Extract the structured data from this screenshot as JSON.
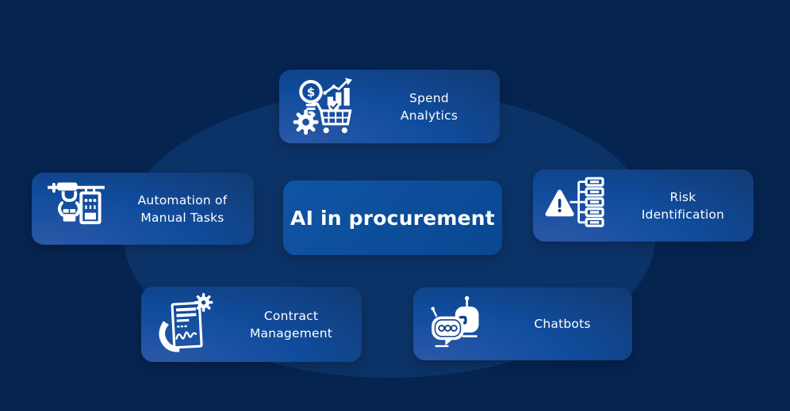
{
  "center_box": {
    "label": "AI in procurement"
  },
  "features": [
    {
      "name": "spend-analytics",
      "label": "Spend\nAnalytics",
      "icon": "spend-analytics-icon"
    },
    {
      "name": "automation-of-manual-tasks",
      "label": "Automation of\nManual Tasks",
      "icon": "robotic-arm-icon"
    },
    {
      "name": "risk-identification",
      "label": "Risk\nIdentification",
      "icon": "risk-warning-flowchart-icon"
    },
    {
      "name": "contract-management",
      "label": "Contract\nManagement",
      "icon": "contract-signing-icon"
    },
    {
      "name": "chatbots",
      "label": "Chatbots",
      "icon": "chatbot-speech-bubble-icon"
    }
  ],
  "colors": {
    "background": "#062450",
    "ellipse": "#0c3367",
    "box_gradient_light": "#2b58a8",
    "box_gradient_mid": "#104c9d",
    "box_gradient_dark": "#123669",
    "center_box_blue": "#0c4e9b",
    "icon_accent_dark": "#0f4286",
    "text": "#ffffff"
  }
}
